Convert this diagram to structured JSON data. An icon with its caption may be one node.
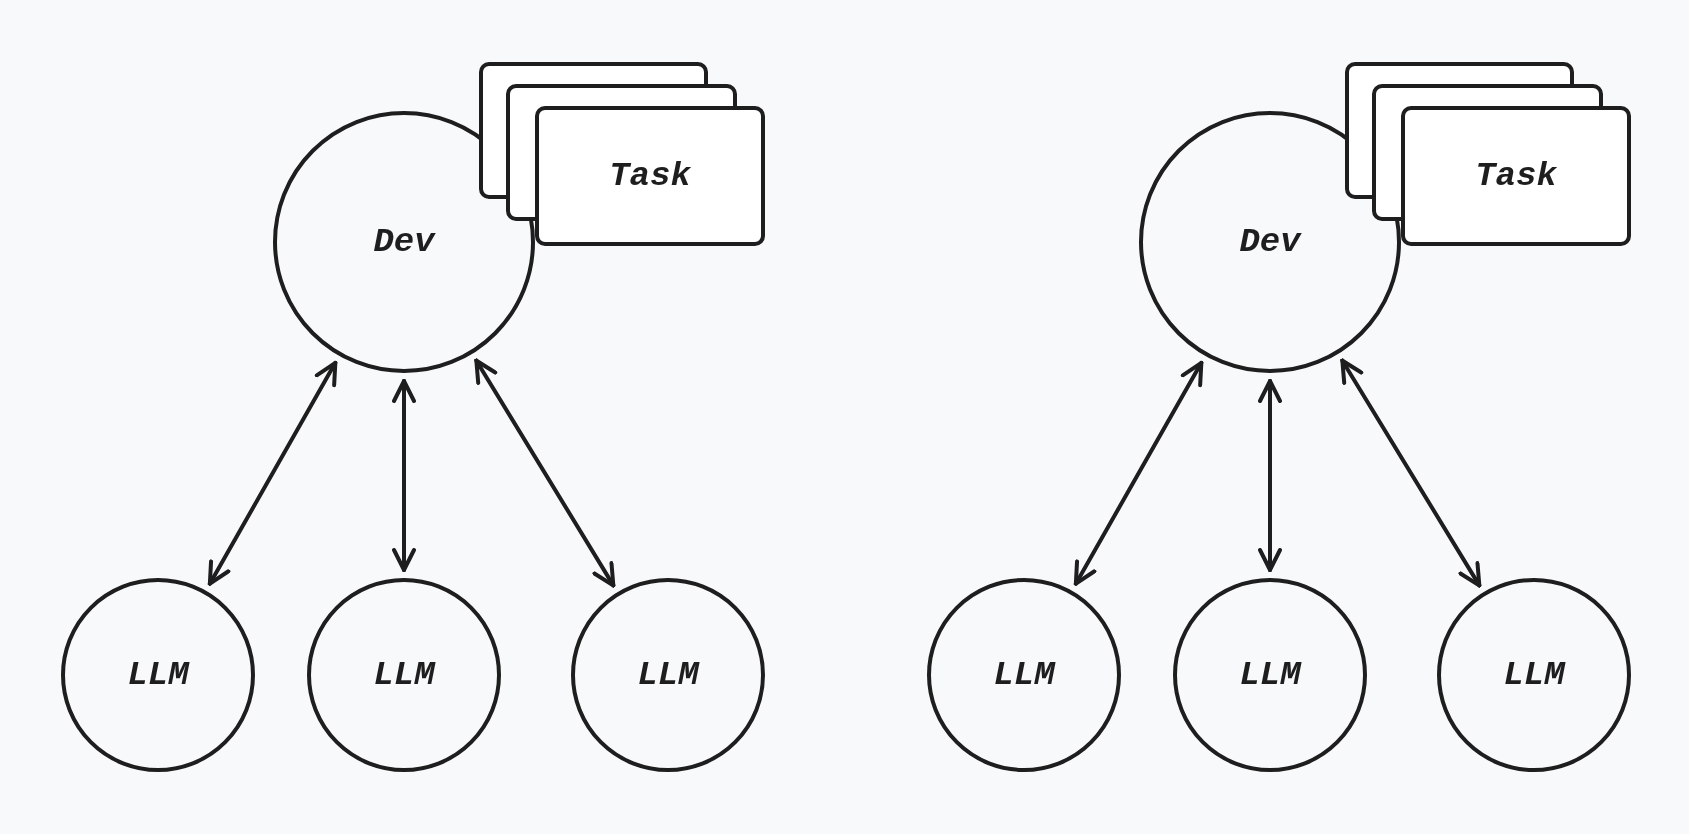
{
  "diagram": {
    "nodes": [
      {
        "text": [
          "Dev"
        ]
      },
      {
        "text": [
          "Task"
        ]
      },
      {
        "text": [
          "LLM"
        ]
      },
      {
        "text": [
          "LLM"
        ]
      },
      {
        "text": [
          "LLM"
        ]
      },
      {
        "text": [
          "Dev"
        ]
      },
      {
        "text": [
          "Task"
        ]
      },
      {
        "text": [
          "LLM"
        ]
      },
      {
        "text": [
          "LLM"
        ]
      },
      {
        "text": [
          "LLM"
        ]
      }
    ],
    "edges": [
      {
        "from": 0,
        "to": 2,
        "arrow": "both"
      },
      {
        "from": 0,
        "to": 3,
        "arrow": "both"
      },
      {
        "from": 0,
        "to": 4,
        "arrow": "both"
      },
      {
        "from": 5,
        "to": 7,
        "arrow": "both"
      },
      {
        "from": 5,
        "to": 8,
        "arrow": "both"
      },
      {
        "from": 5,
        "to": 9,
        "arrow": "both"
      }
    ]
  }
}
